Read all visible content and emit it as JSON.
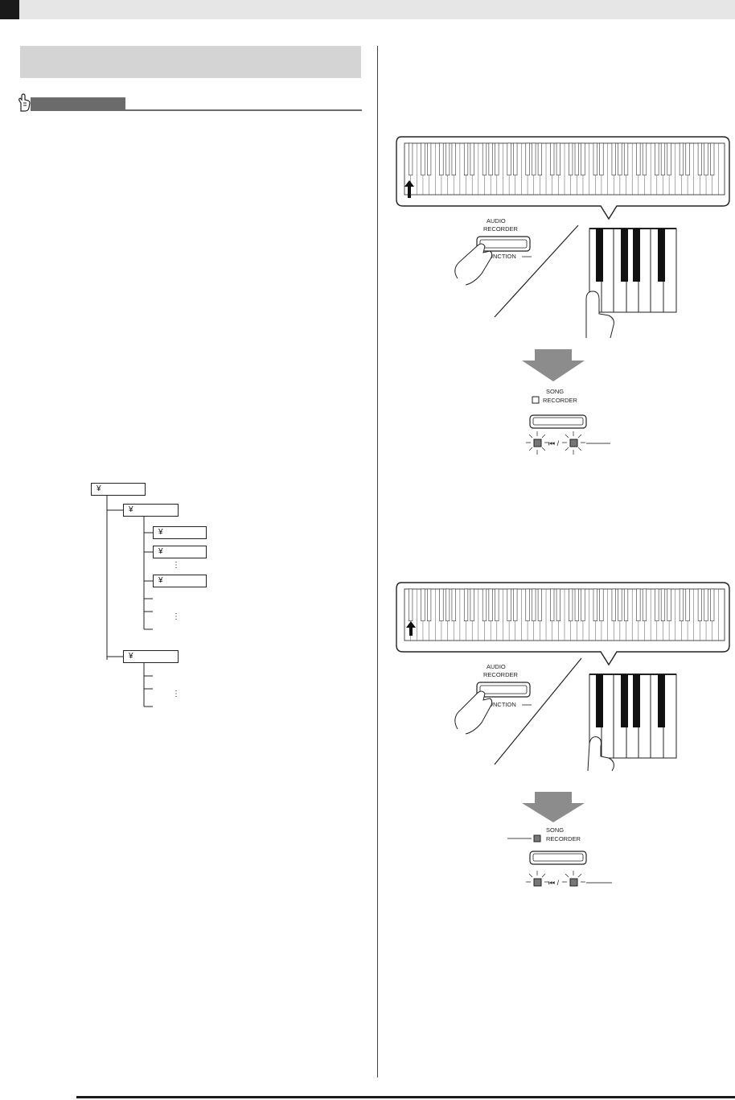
{
  "tree": {
    "root": "¥",
    "level1_a": "¥",
    "level2_a1": "¥",
    "level2_a2": "¥",
    "level2_a3": "¥",
    "level1_b": "¥",
    "ellipsis": "⋮"
  },
  "figure_labels": {
    "audio_recorder_line1": "AUDIO",
    "audio_recorder_line2": "RECORDER",
    "function_label": "FUNCTION",
    "song_line1": "SONG",
    "song_line2": "RECORDER"
  },
  "colors": {
    "band": "#d4d4d4",
    "note_tab": "#6b6b6b",
    "arrow": "#8c8c8c"
  }
}
